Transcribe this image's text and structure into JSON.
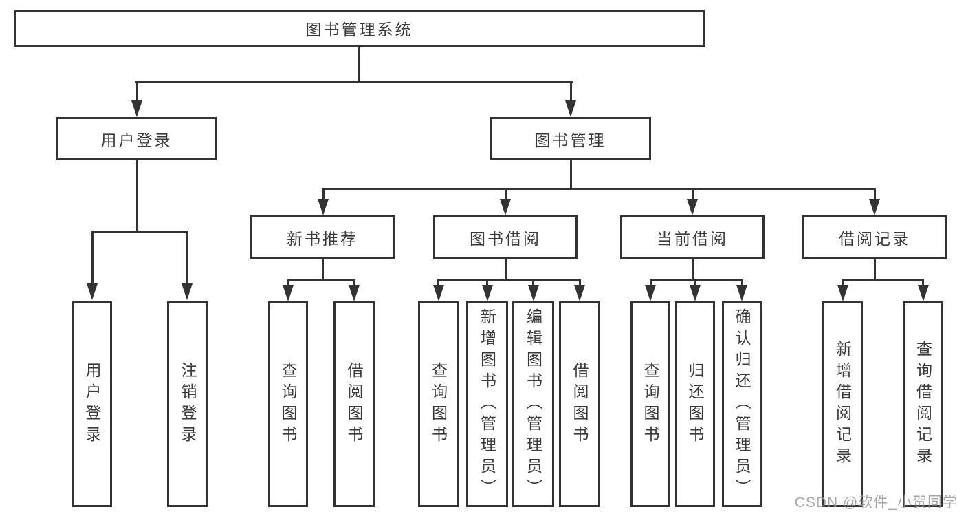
{
  "diagram_title": "图书管理系统",
  "colors": {
    "line": "#333333",
    "text": "#3a3a3a",
    "background": "#ffffff",
    "watermark": "#969696"
  },
  "tree": {
    "label": "图书管理系统",
    "children": [
      {
        "label": "用户登录",
        "children": [
          {
            "label": "用户登录"
          },
          {
            "label": "注销登录"
          }
        ]
      },
      {
        "label": "图书管理",
        "children": [
          {
            "label": "新书推荐",
            "children": [
              {
                "label": "查询图书"
              },
              {
                "label": "借阅图书"
              }
            ]
          },
          {
            "label": "图书借阅",
            "children": [
              {
                "label": "查询图书"
              },
              {
                "label": "新增图书（管理员）"
              },
              {
                "label": "编辑图书（管理员）"
              },
              {
                "label": "借阅图书"
              }
            ]
          },
          {
            "label": "当前借阅",
            "children": [
              {
                "label": "查询图书"
              },
              {
                "label": "归还图书"
              },
              {
                "label": "确认归还（管理员）"
              }
            ]
          },
          {
            "label": "借阅记录",
            "children": [
              {
                "label": "新增借阅记录"
              },
              {
                "label": "查询借阅记录"
              }
            ]
          }
        ]
      }
    ]
  },
  "watermark": {
    "text": "CSDN @软件_小贺同学"
  }
}
